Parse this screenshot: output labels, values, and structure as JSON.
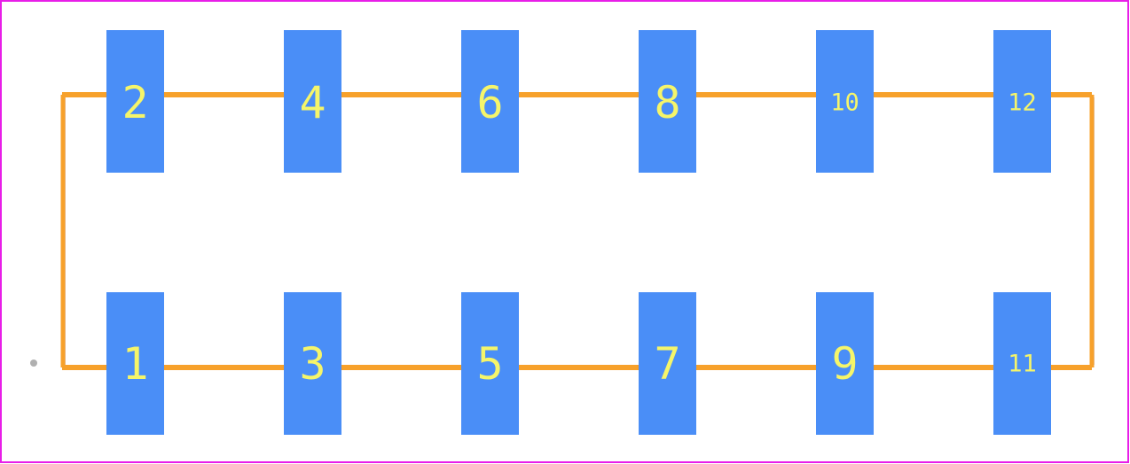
{
  "footprint": {
    "colors": {
      "background": "#ffffff",
      "courtyard": "#e81ee8",
      "outline": "#f7a12b",
      "outline_edge": "#e9b47a",
      "pad": "#4a8ef7",
      "pad_text": "#f5f56a",
      "origin_marker": "#b0b0b0"
    },
    "pads": [
      {
        "number": "2",
        "row": "top",
        "col": 0
      },
      {
        "number": "4",
        "row": "top",
        "col": 1
      },
      {
        "number": "6",
        "row": "top",
        "col": 2
      },
      {
        "number": "8",
        "row": "top",
        "col": 3
      },
      {
        "number": "10",
        "row": "top",
        "col": 4
      },
      {
        "number": "12",
        "row": "top",
        "col": 5
      },
      {
        "number": "1",
        "row": "bottom",
        "col": 0
      },
      {
        "number": "3",
        "row": "bottom",
        "col": 1
      },
      {
        "number": "5",
        "row": "bottom",
        "col": 2
      },
      {
        "number": "7",
        "row": "bottom",
        "col": 3
      },
      {
        "number": "9",
        "row": "bottom",
        "col": 4
      },
      {
        "number": "11",
        "row": "bottom",
        "col": 5
      }
    ]
  }
}
